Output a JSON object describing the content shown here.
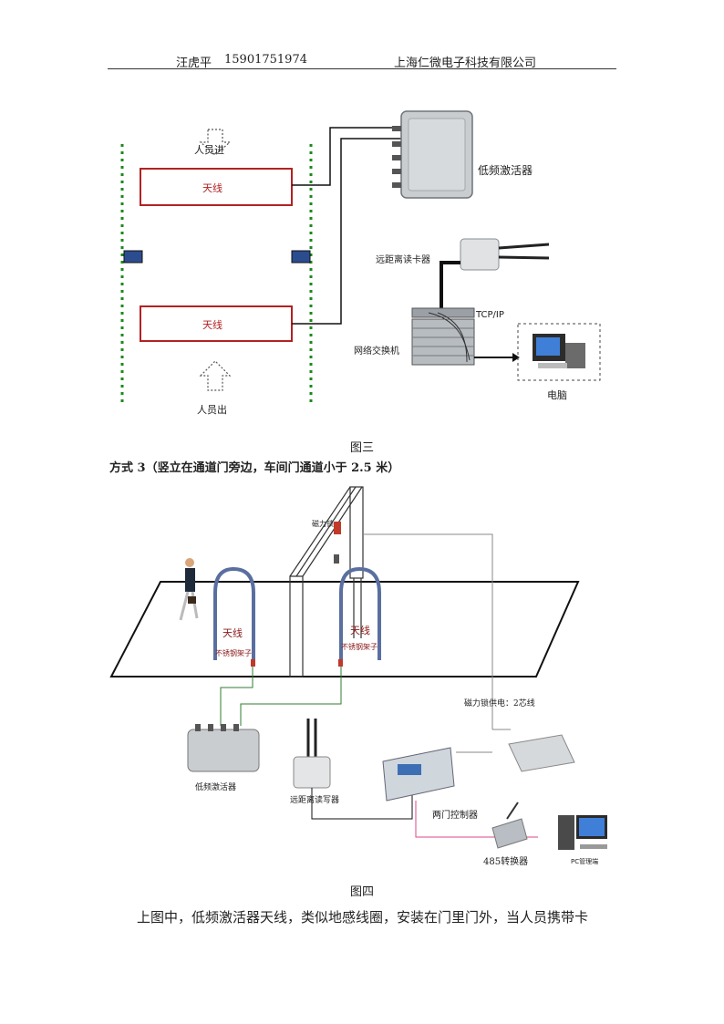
{
  "header": {
    "author": "汪虎平",
    "phone": "15901751974",
    "company": "上海仁微电子科技有限公司"
  },
  "figure3": {
    "person_in": "人员进",
    "person_out": "人员出",
    "antenna_top": "天线",
    "antenna_bottom": "天线",
    "activator": "低频激活器",
    "reader": "远距离读卡器",
    "tcpip": "TCP/IP",
    "switch": "网络交换机",
    "computer": "电脑",
    "caption": "图三"
  },
  "section": {
    "title": "方式 3（竖立在通道门旁边，车间门通道小于 2.5 米）"
  },
  "figure4": {
    "maglock": "磁力锁",
    "antenna_left": "天线",
    "bracket_left": "不锈钢架子",
    "antenna_right": "天线",
    "bracket_right": "不锈钢架子",
    "power_note": "磁力锁供电：2芯线",
    "activator": "低频激活器",
    "reader_writer": "远距离读写器",
    "door_controller": "两门控制器",
    "converter": "485转换器",
    "pc": "PC管理端",
    "caption": "图四"
  },
  "body": {
    "paragraph": "上图中，低频激活器天线，类似地感线圈，安装在门里门外，当人员携带卡"
  }
}
